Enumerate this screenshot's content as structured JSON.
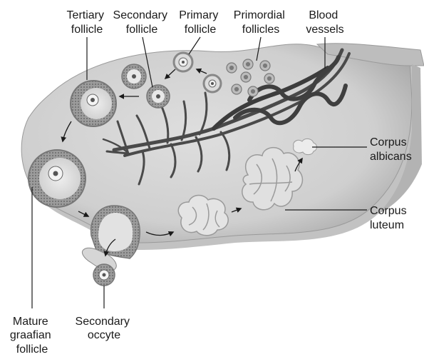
{
  "labels": {
    "tertiary_follicle": [
      "Tertiary",
      "follicle"
    ],
    "secondary_follicle": [
      "Secondary",
      "follicle"
    ],
    "primary_follicle": [
      "Primary",
      "follicle"
    ],
    "primordial_follicles": [
      "Primordial",
      "follicles"
    ],
    "blood_vessels": [
      "Blood",
      "vessels"
    ],
    "corpus_albicans": [
      "Corpus",
      "albicans"
    ],
    "corpus_luteum": [
      "Corpus",
      "luteum"
    ],
    "mature_graafian_follicle": [
      "Mature",
      "graafian",
      "follicle"
    ],
    "secondary_occyte": [
      "Secondary",
      "occyte"
    ]
  },
  "colors": {
    "ovary_fill": "#cfcfcf",
    "ovary_edge": "#9a9a9a",
    "vessel": "#4a4a4a",
    "follicle_ring": "#8a8a8a",
    "text": "#1a1a1a"
  }
}
